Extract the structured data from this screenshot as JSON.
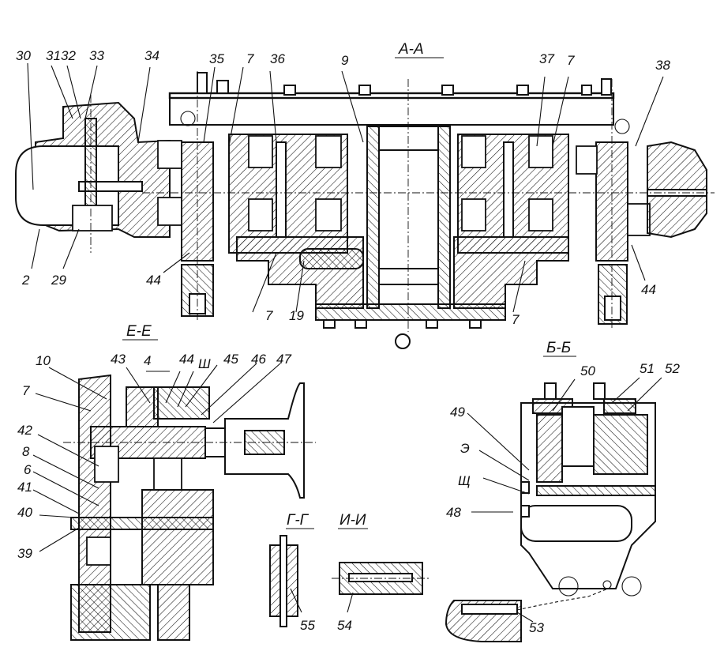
{
  "sections": {
    "A-A": {
      "title": "А-А",
      "labels": [
        "30",
        "31",
        "32",
        "33",
        "34",
        "35",
        "7",
        "36",
        "9",
        "37",
        "7",
        "38",
        "2",
        "29",
        "44",
        "7",
        "19",
        "7",
        "44"
      ]
    },
    "E-E": {
      "title": "Е-Е",
      "labels": [
        "10",
        "43",
        "4",
        "44",
        "Ш",
        "45",
        "46",
        "47",
        "7",
        "42",
        "8",
        "6",
        "41",
        "40",
        "39"
      ]
    },
    "B-B": {
      "title": "Б-Б",
      "labels": [
        "50",
        "51",
        "52",
        "49",
        "Э",
        "Щ",
        "48",
        "53"
      ]
    },
    "G-G": {
      "title": "Г-Г",
      "labels": [
        "55"
      ]
    },
    "I-I": {
      "title": "И-И",
      "labels": [
        "54"
      ]
    }
  }
}
